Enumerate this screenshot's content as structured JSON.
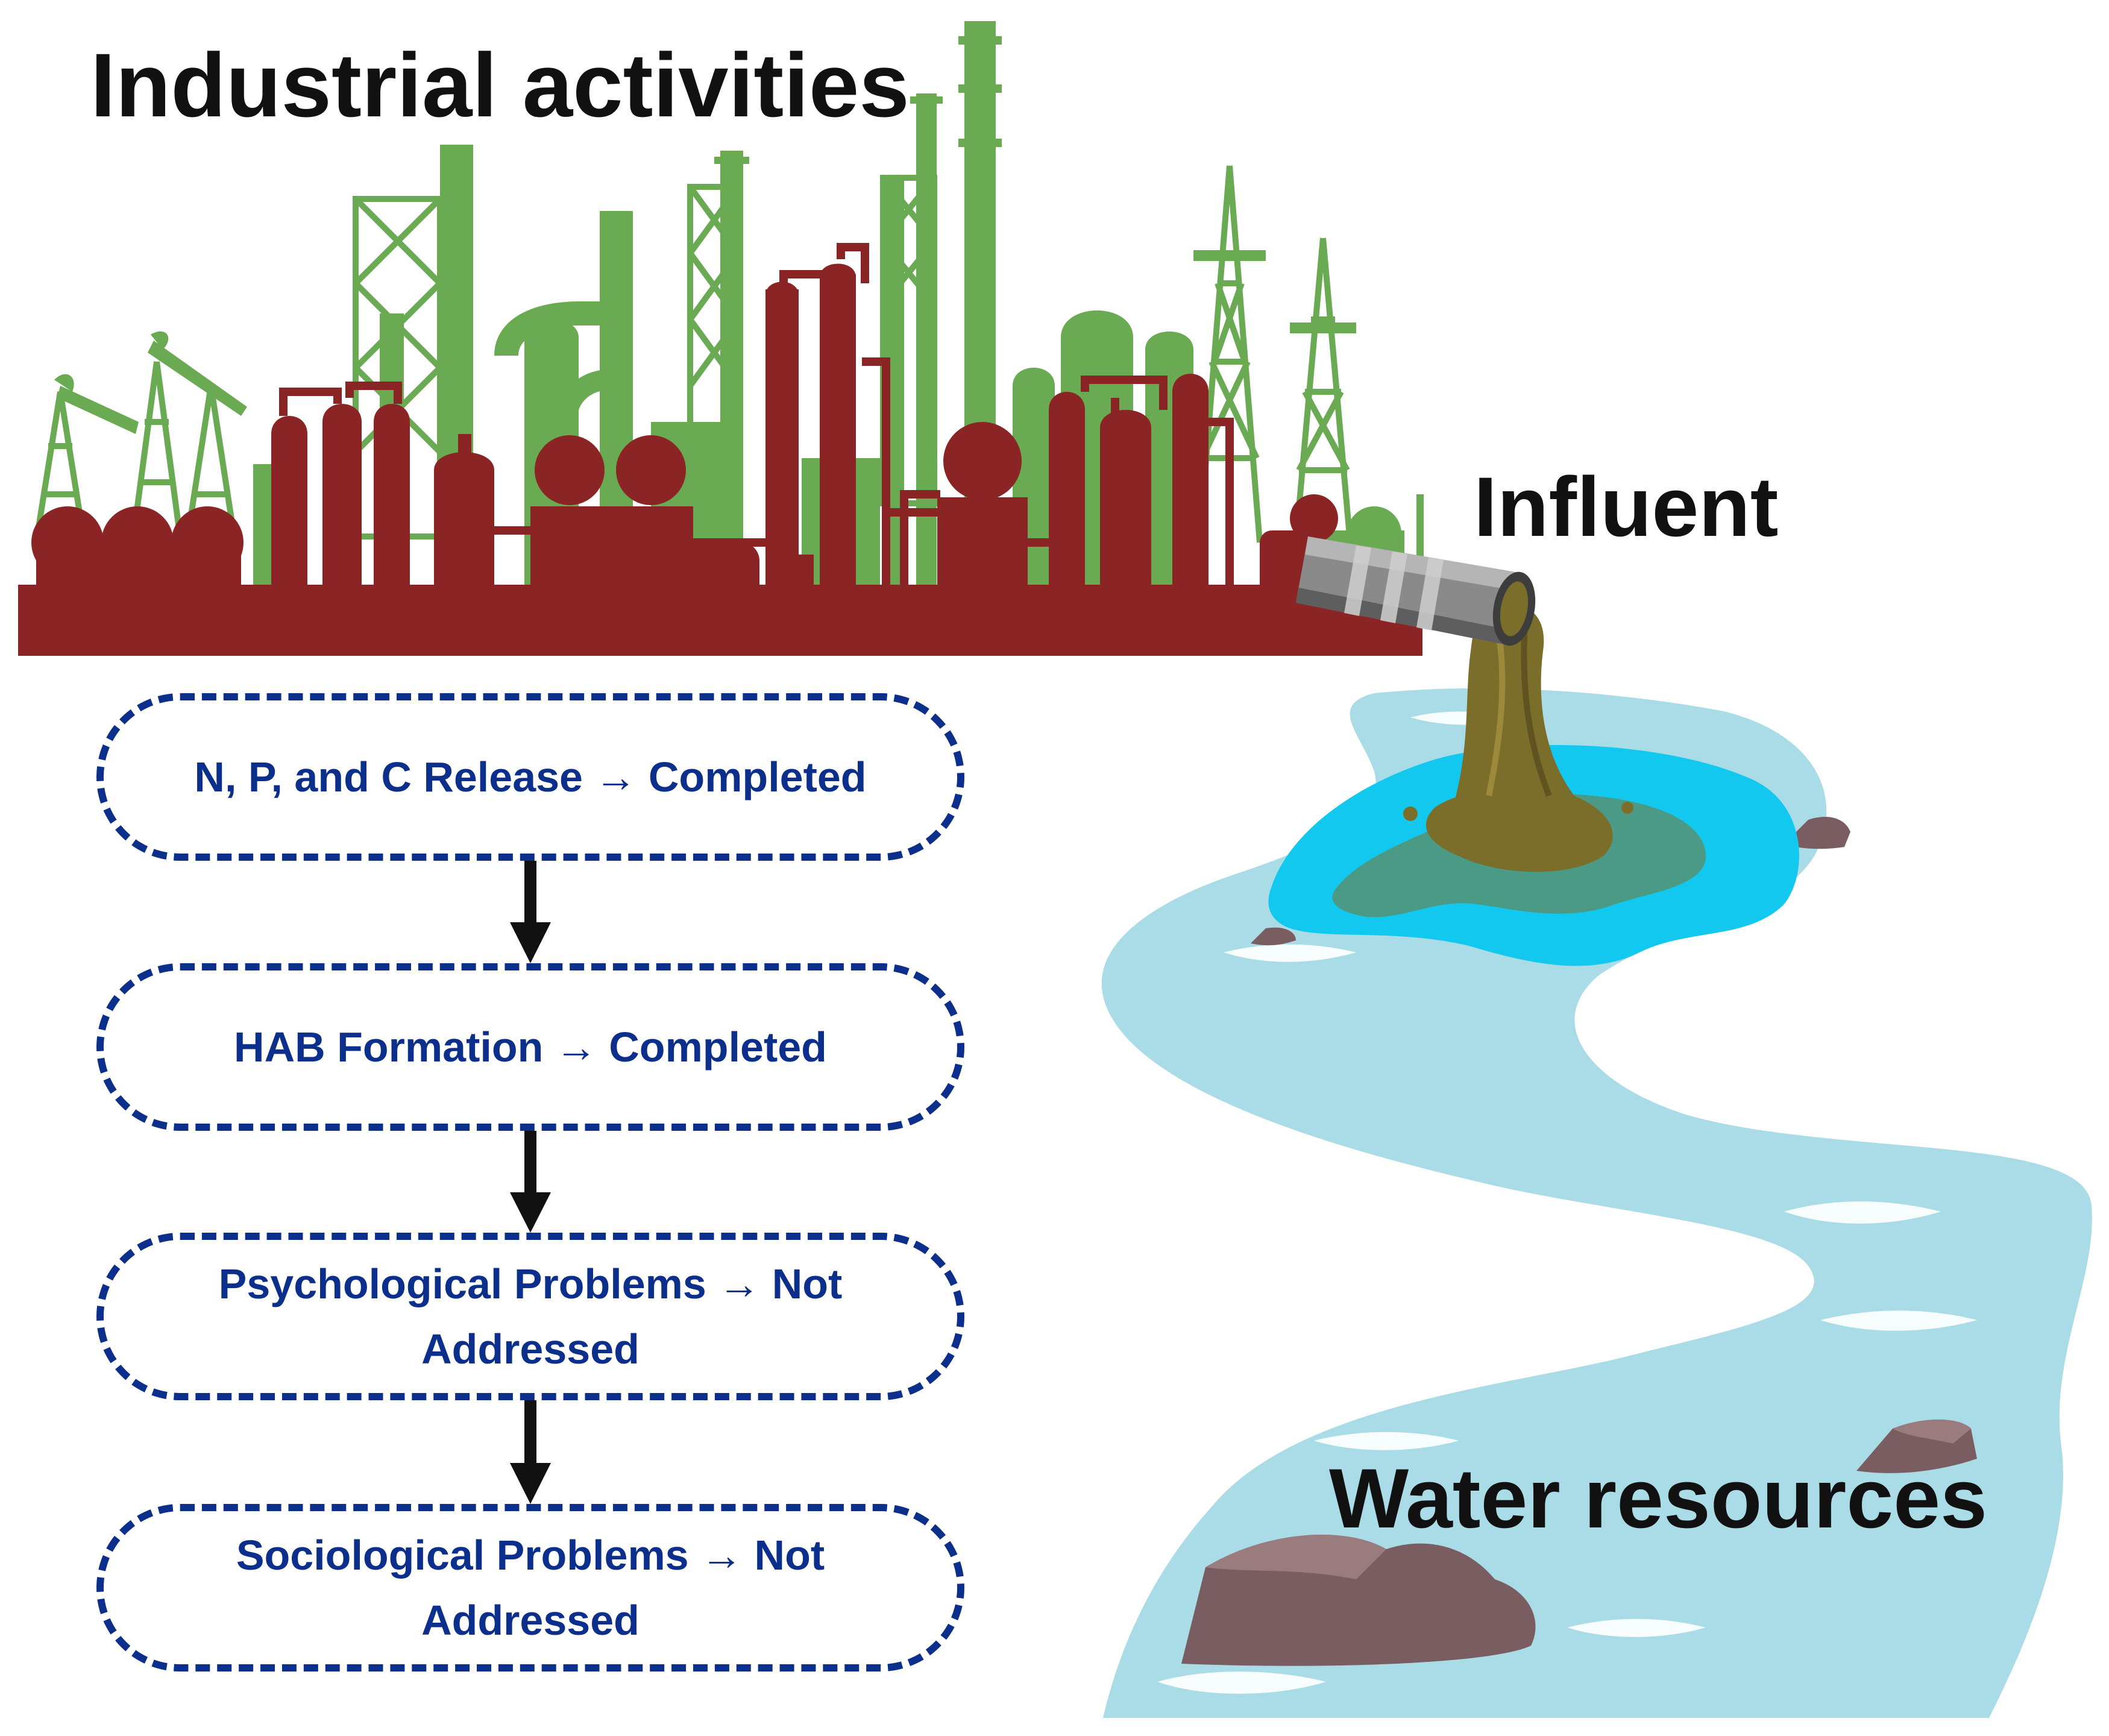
{
  "labels": {
    "industrial": "Industrial activities",
    "influent": "Influent",
    "water": "Water resources"
  },
  "flow": [
    {
      "text": "N, P, and C Release → Completed"
    },
    {
      "text": "HAB Formation → Completed"
    },
    {
      "text": "Psychological Problems → Not Addressed"
    },
    {
      "text": "Sociological Problems → Not Addressed"
    }
  ],
  "colors": {
    "flow_border": "#0d2f8c",
    "factory_red": "#8b2525",
    "factory_green": "#6aaa52",
    "river": "#a9dce6",
    "pool": "#13c8ee",
    "effluent": "#7b6d2a",
    "rock": "#7a5d60",
    "pipe": "#8a8a8a"
  },
  "icons": {
    "factory": "industrial-plant-illustration",
    "pipe": "discharge-pipe-illustration",
    "river": "river-illustration"
  }
}
